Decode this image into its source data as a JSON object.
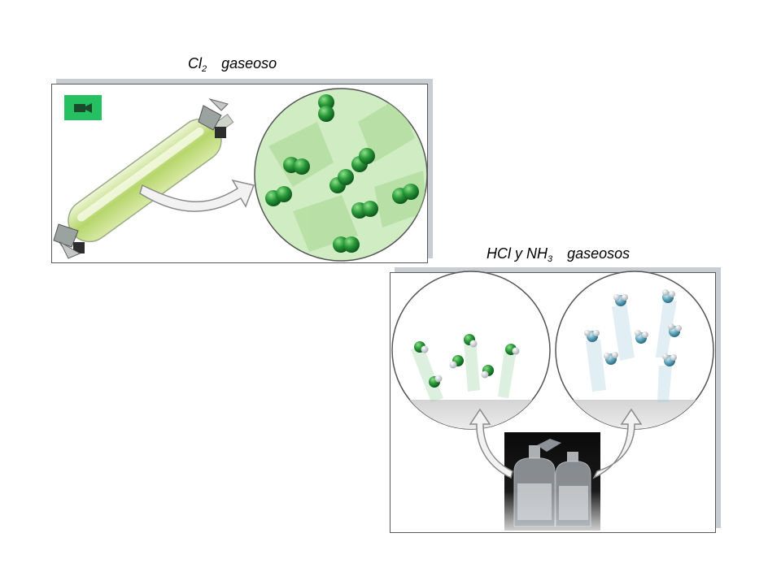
{
  "captions": {
    "cl2": {
      "main": "Cl",
      "sub": "2",
      "rest": "gaseoso"
    },
    "hcl": {
      "main": "HCl y NH",
      "sub": "3",
      "rest": "gaseosos"
    }
  },
  "colors": {
    "chlorine": "#1f8f35",
    "chlorine_gas": "#bde3a4",
    "ammonia_n": "#5aa0b8",
    "video_icon": "#24c061"
  },
  "icons": {
    "video": "video-camera-icon"
  }
}
